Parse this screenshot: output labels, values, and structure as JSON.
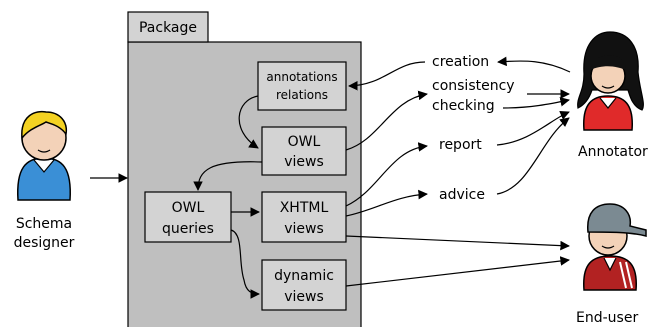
{
  "package": {
    "label": "Package"
  },
  "nodes": {
    "annotations_relations": {
      "line1": "annotations",
      "line2": "relations"
    },
    "owl_views": {
      "line1": "OWL",
      "line2": "views"
    },
    "owl_queries": {
      "line1": "OWL",
      "line2": "queries"
    },
    "xhtml_views": {
      "line1": "XHTML",
      "line2": "views"
    },
    "dynamic_views": {
      "line1": "dynamic",
      "line2": "views"
    }
  },
  "flows": {
    "creation": "creation",
    "consistency_line1": "consistency",
    "consistency_line2": "checking",
    "report": "report",
    "advice": "advice"
  },
  "actors": {
    "schema_designer": {
      "line1": "Schema",
      "line2": "designer"
    },
    "annotator": {
      "label": "Annotator"
    },
    "end_user": {
      "label": "End-user"
    }
  }
}
